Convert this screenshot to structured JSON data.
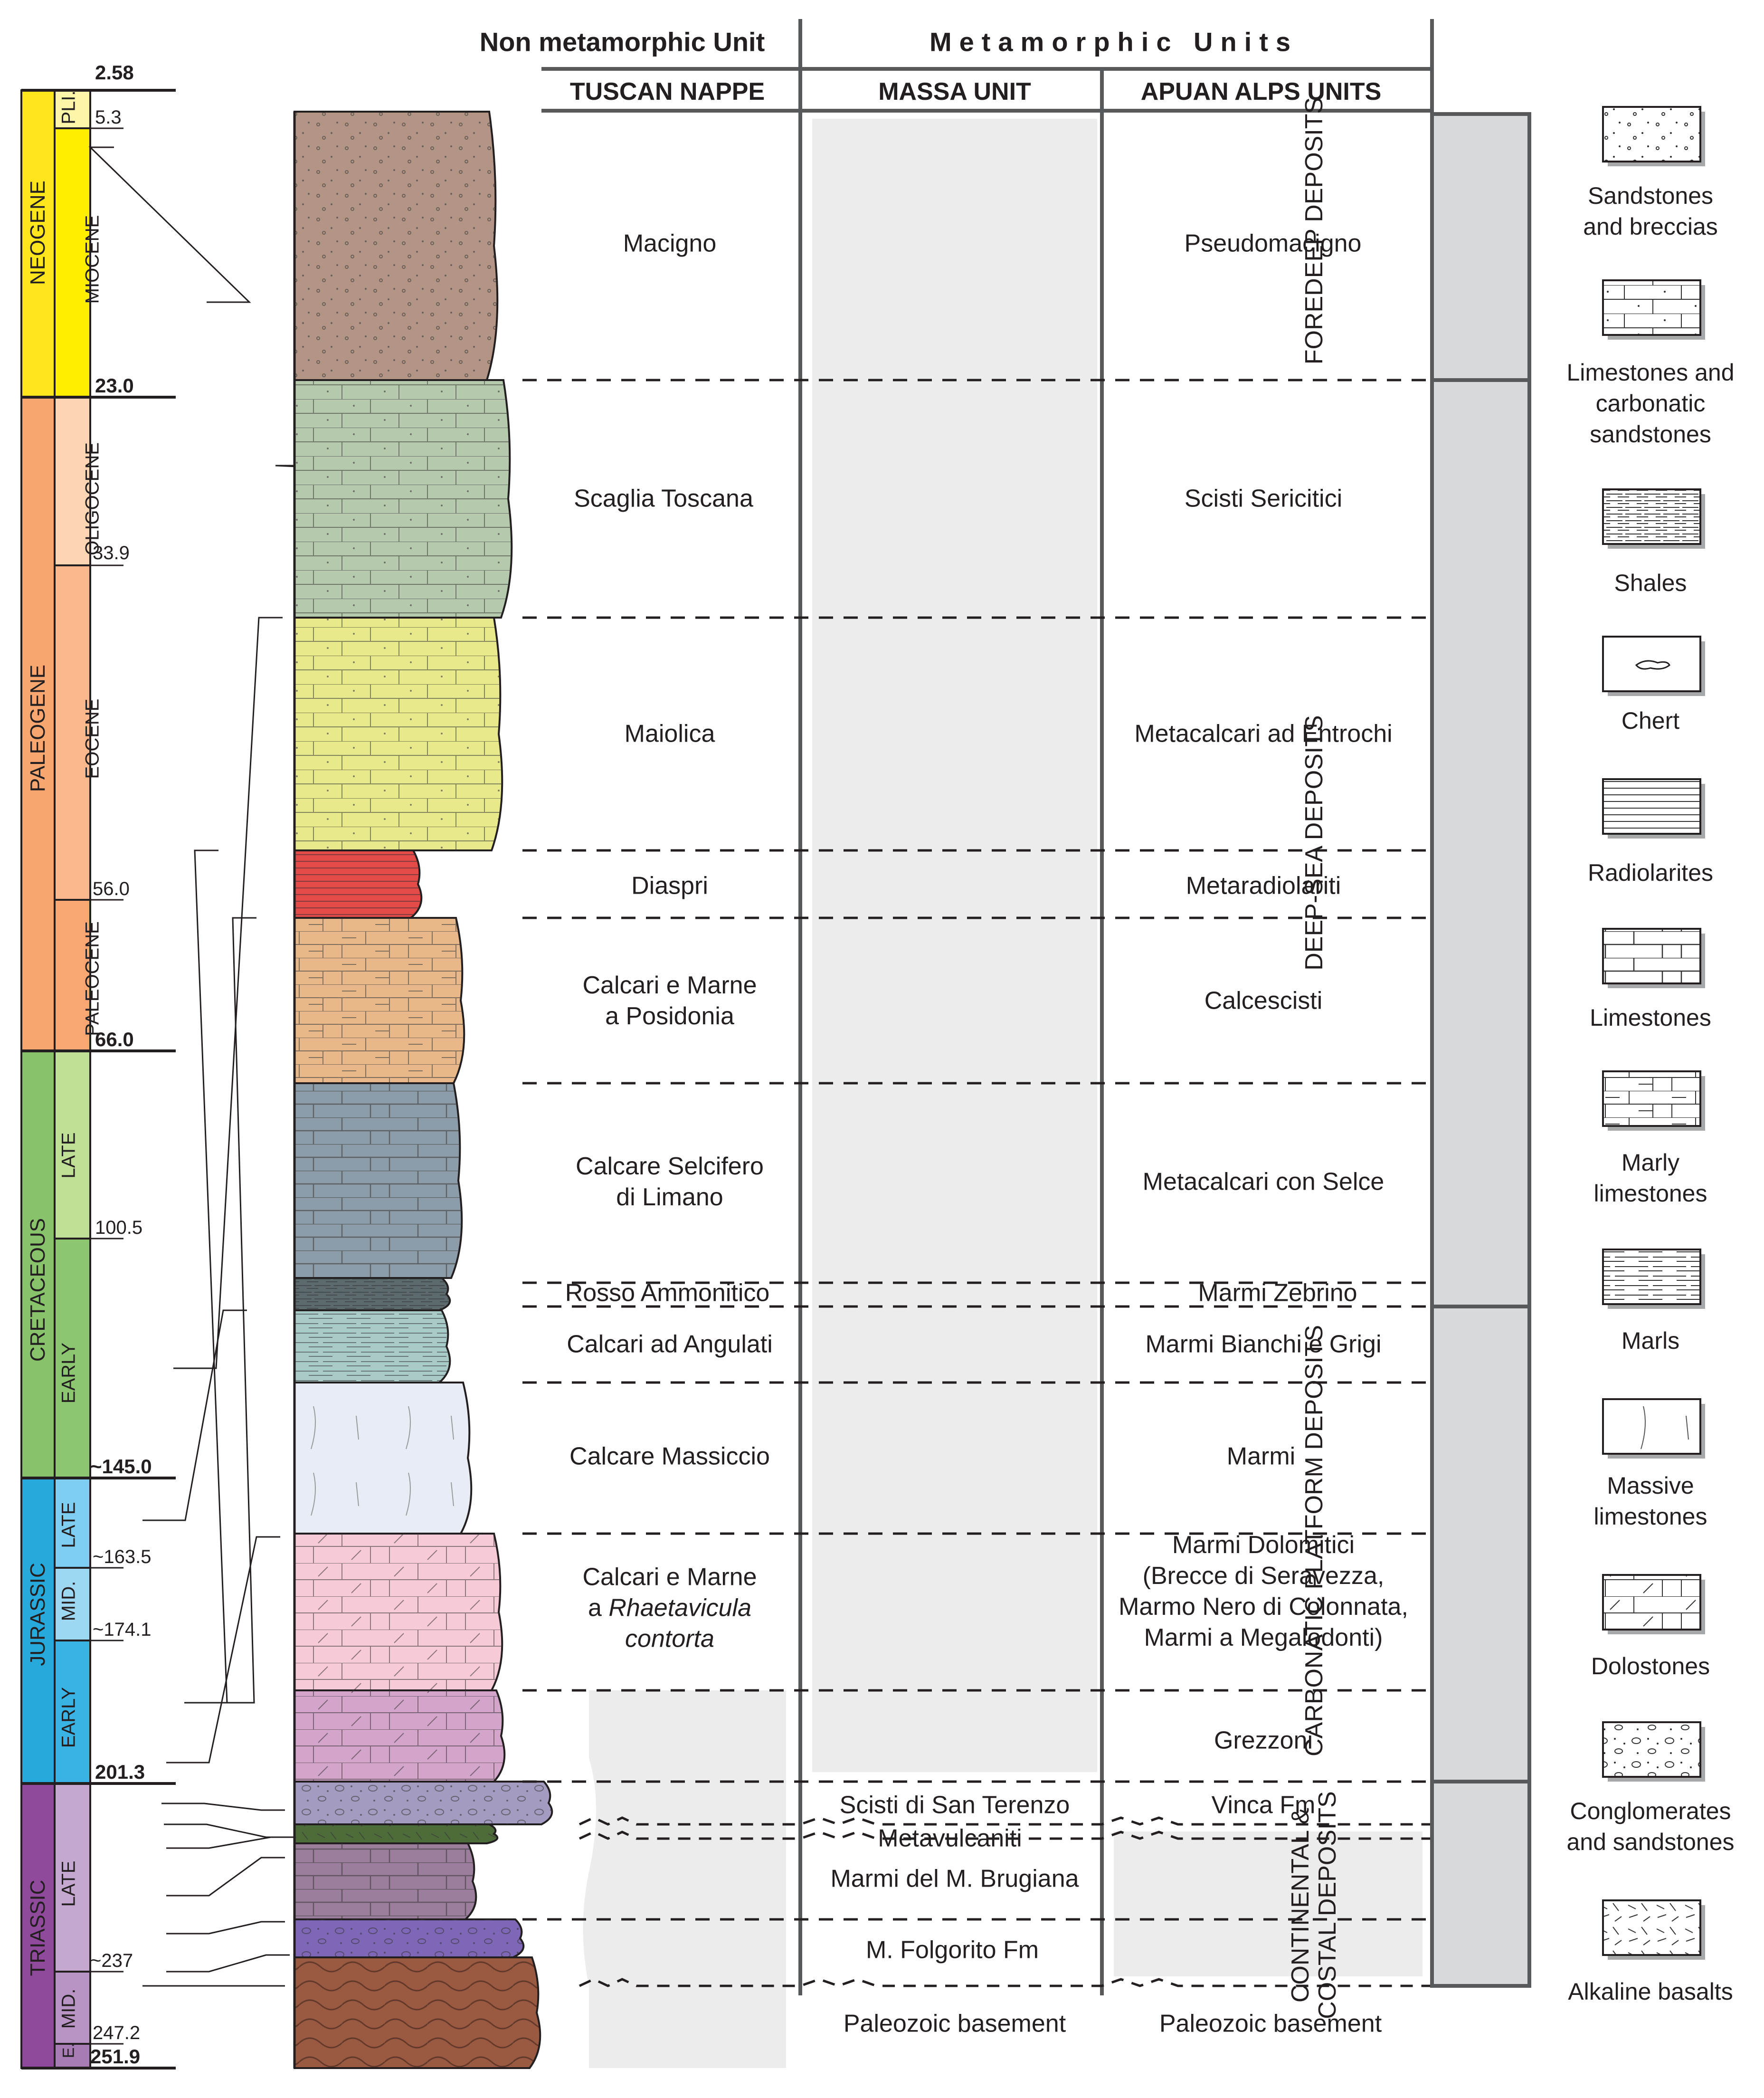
{
  "headers": {
    "non_metamorphic": "Non metamorphic Unit",
    "metamorphic": "Metamorphic Units",
    "tuscan_nappe": "TUSCAN NAPPE",
    "massa_unit": "MASSA UNIT",
    "apuan_alps": "APUAN ALPS UNITS"
  },
  "periods": [
    {
      "name": "NEOGENE",
      "color": "#ffe51c",
      "top": 2.58,
      "bottom": 23.0
    },
    {
      "name": "PALEOGENE",
      "color": "#f7a66f",
      "top": 23.0,
      "bottom": 66.0
    },
    {
      "name": "CRETACEOUS",
      "color": "#88c26b",
      "top": 66.0,
      "bottom": 145.0
    },
    {
      "name": "JURASSIC",
      "color": "#27aadb",
      "top": 145.0,
      "bottom": 201.3
    },
    {
      "name": "TRIASSIC",
      "color": "#8f4a9c",
      "top": 201.3,
      "bottom": 251.9
    }
  ],
  "epochs": [
    {
      "name": "PLI.",
      "color": "#fff5a8"
    },
    {
      "name": "MIOCENE",
      "color": "#ffee00"
    },
    {
      "name": "OLIGOCENE",
      "color": "#fdd5b3"
    },
    {
      "name": "EOCENE",
      "color": "#fbb88d"
    },
    {
      "name": "PALEOCENE",
      "color": "#f9a673"
    },
    {
      "name": "LATE",
      "color": "#bedf95"
    },
    {
      "name": "EARLY",
      "color": "#8cc670"
    },
    {
      "name": "LATE",
      "color": "#7fcdf0"
    },
    {
      "name": "MID.",
      "color": "#9dd7f2"
    },
    {
      "name": "EARLY",
      "color": "#38b3e4"
    },
    {
      "name": "LATE",
      "color": "#c5a8d0"
    },
    {
      "name": "MID.",
      "color": "#b794c4"
    },
    {
      "name": "E.",
      "color": "#a77cb5"
    }
  ],
  "ages": [
    {
      "label": "2.58",
      "bold": true
    },
    {
      "label": "5.3",
      "bold": false
    },
    {
      "label": "23.0",
      "bold": true
    },
    {
      "label": "33.9",
      "bold": false
    },
    {
      "label": "56.0",
      "bold": false
    },
    {
      "label": "66.0",
      "bold": true
    },
    {
      "label": "100.5",
      "bold": false
    },
    {
      "label": "~145.0",
      "bold": true
    },
    {
      "label": "~163.5",
      "bold": false
    },
    {
      "label": "~174.1",
      "bold": false
    },
    {
      "label": "201.3",
      "bold": true
    },
    {
      "label": "~237",
      "bold": false
    },
    {
      "label": "247.2",
      "bold": false
    },
    {
      "label": "251.9",
      "bold": true
    }
  ],
  "formations": [
    {
      "tuscan": "Macigno",
      "apuan": "Pseudomacigno",
      "color": "#b39585"
    },
    {
      "tuscan": "Scaglia Toscana",
      "apuan": "Scisti Sericitici",
      "color": "#b5c9ad"
    },
    {
      "tuscan": "Maiolica",
      "apuan": "Metacalcari ad Entrochi",
      "color": "#e7e98b"
    },
    {
      "tuscan": "Diaspri",
      "apuan": "Metaradiolariti",
      "color": "#e44a46"
    },
    {
      "tuscan": "Calcari e Marne\na Posidonia",
      "apuan": "Calcescisti",
      "color": "#e8b88a"
    },
    {
      "tuscan": "Calcare Selcifero\ndi Limano",
      "apuan": "Metacalcari con Selce",
      "color": "#8c9ca8"
    },
    {
      "tuscan": "Rosso Ammonitico",
      "apuan": "Marmi Zebrino",
      "color": "#5c6a6e"
    },
    {
      "tuscan": "Calcari ad Angulati",
      "apuan": "Marmi Bianchi e Grigi",
      "color": "#a9cbc8"
    },
    {
      "tuscan": "Calcare Massiccio",
      "apuan": "Marmi",
      "color": "#e8ecf4"
    },
    {
      "tuscan_pre": "Calcari e Marne\na ",
      "tuscan_italic": "Rhaetavicula\ncontorta",
      "apuan": "Marmi Dolomitici\n(Brecce di Seravezza,\nMarmo Nero di Colonnata,\nMarmi a Megalodonti)",
      "color": "#f6cad6"
    },
    {
      "tuscan": "",
      "apuan": "Grezzoni",
      "color": "#d4a5cb"
    },
    {
      "massa": "Scisti di San Terenzo",
      "apuan": "Vinca Fm",
      "color": "#a49bc0"
    },
    {
      "massa": "Metavulcaniti",
      "apuan": "",
      "color": "#4e6b3a"
    },
    {
      "massa": "Marmi del M. Brugiana",
      "apuan": "",
      "color": "#9a7e9c"
    },
    {
      "massa": "M. Folgorito Fm",
      "apuan": "",
      "color": "#7d67b6"
    },
    {
      "massa": "Paleozoic basement",
      "apuan": "Paleozoic basement",
      "color": "#9a5a42"
    }
  ],
  "environments": [
    "FOREDEEP DEPOSITS",
    "DEEP-SEA DEPOSITS",
    "CARBONATIC PLATFORM DEPOSITS",
    "CONTINENTAL &\nCOSTAL DEPOSITS"
  ],
  "legend": [
    {
      "label": "Sandstones\nand breccias",
      "pattern": "sandstone-icon"
    },
    {
      "label": "Limestones and\ncarbonatic\nsandstones",
      "pattern": "carbonatic-sandstone-icon"
    },
    {
      "label": "Shales",
      "pattern": "shale-icon"
    },
    {
      "label": "Chert",
      "pattern": "chert-icon"
    },
    {
      "label": "Radiolarites",
      "pattern": "radiolarite-icon"
    },
    {
      "label": "Limestones",
      "pattern": "limestone-icon"
    },
    {
      "label": "Marly\nlimestones",
      "pattern": "marly-limestone-icon"
    },
    {
      "label": "Marls",
      "pattern": "marl-icon"
    },
    {
      "label": "Massive\nlimestones",
      "pattern": "massive-limestone-icon"
    },
    {
      "label": "Dolostones",
      "pattern": "dolostone-icon"
    },
    {
      "label": "Conglomerates\nand sandstones",
      "pattern": "conglomerate-icon"
    },
    {
      "label": "Alkaline basalts",
      "pattern": "basalt-icon"
    }
  ]
}
